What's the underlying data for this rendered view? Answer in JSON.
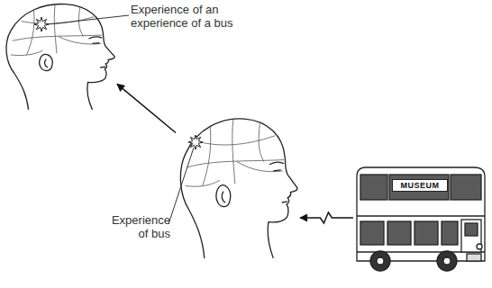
{
  "diagram": {
    "nodes": [
      {
        "text": [
          "Experience of an experience of a bus"
        ]
      },
      {
        "text": [
          "Experience of bus"
        ]
      },
      {
        "text": [
          "MUSEUM"
        ]
      }
    ],
    "edges": [
      {
        "from": 2,
        "to": 1,
        "arrow": "to"
      },
      {
        "from": 1,
        "to": 0,
        "arrow": "to"
      }
    ]
  }
}
